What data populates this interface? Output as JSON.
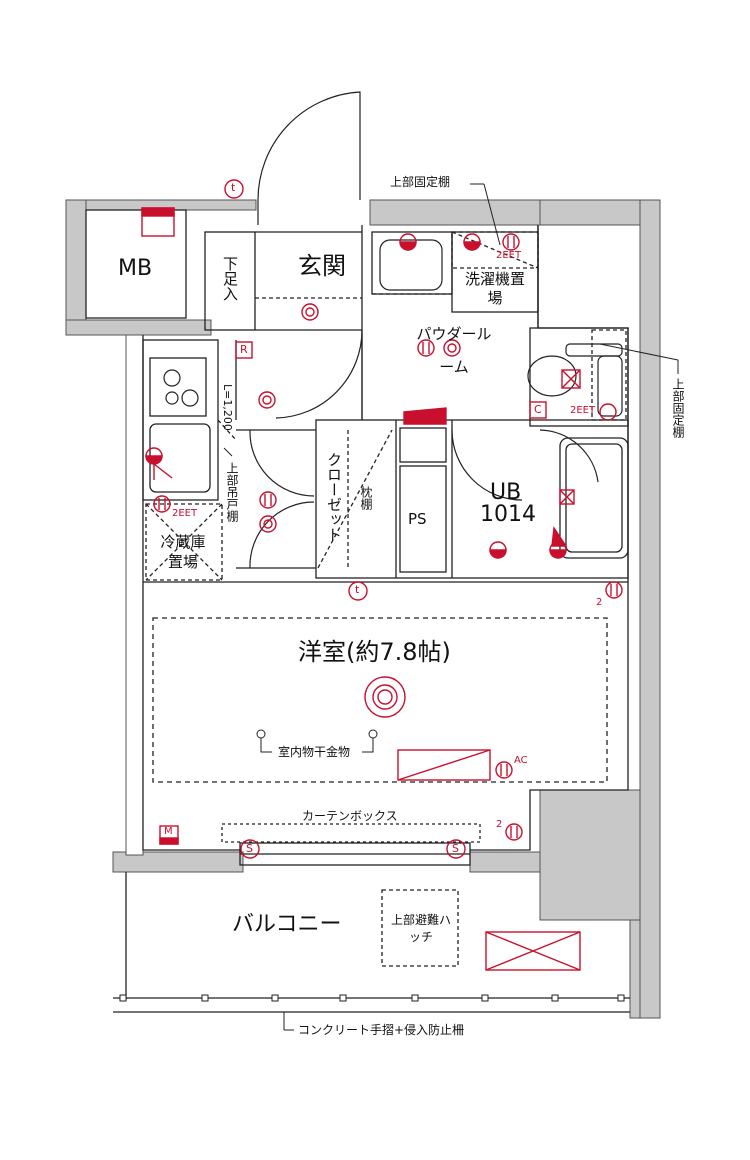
{
  "labels": {
    "mb": "MB",
    "genkan": "玄関",
    "geta": "下足入",
    "upper_fixed_shelf_top": "上部固定棚",
    "upper_fixed_shelf_right": "上部固定棚",
    "wm": "洗濯機置場",
    "powder": "パウダールーム",
    "eet_powder": "2EET",
    "eet_right": "2EET",
    "eet_fridge": "2EET",
    "l1200": "L=1,200",
    "upper_hang": "上部吊戸棚",
    "fridge": "冷蔵庫置場",
    "closet": "クローゼット",
    "makura": "枕棚",
    "ps": "PS",
    "ub": "UB",
    "ub_num": "1014",
    "youshitsu": "洋室(約7.8帖)",
    "drying": "室内物干金物",
    "curtain": "カーテンボックス",
    "balcony": "バルコニー",
    "hatch": "上部避難ハッチ",
    "railing": "コンクリート手摺+侵入防止柵",
    "ac": "AC",
    "outlet_count_a": "2",
    "outlet_count_b": "2",
    "sym_r": "R",
    "sym_c": "C",
    "sym_m": "M",
    "sym_s_left": "S",
    "sym_s_right": "S",
    "sym_t_top": "t",
    "sym_t_mid": "t"
  },
  "colors": {
    "wall": "#c8c8c8",
    "wall_edge": "#555555",
    "line": "#222222",
    "equipment": "#c8102e"
  }
}
